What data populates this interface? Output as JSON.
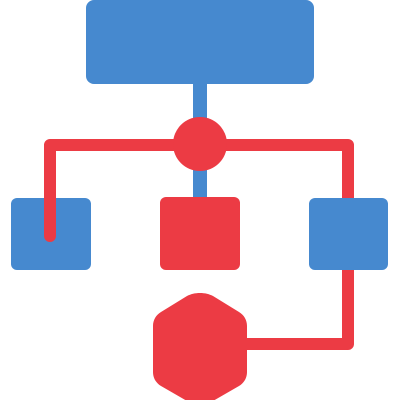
{
  "icon": {
    "name": "flowchart-icon",
    "colors": {
      "blue": "#4689cf",
      "red": "#ec3b44"
    },
    "nodes": [
      {
        "name": "top-rectangle-node",
        "color": "blue",
        "shape": "rectangle"
      },
      {
        "name": "hub-circle-node",
        "color": "red",
        "shape": "circle"
      },
      {
        "name": "left-square-node",
        "color": "blue",
        "shape": "square"
      },
      {
        "name": "center-square-node",
        "color": "red",
        "shape": "square"
      },
      {
        "name": "right-square-node",
        "color": "blue",
        "shape": "square"
      },
      {
        "name": "bottom-hexagon-node",
        "color": "red",
        "shape": "hexagon"
      }
    ]
  }
}
